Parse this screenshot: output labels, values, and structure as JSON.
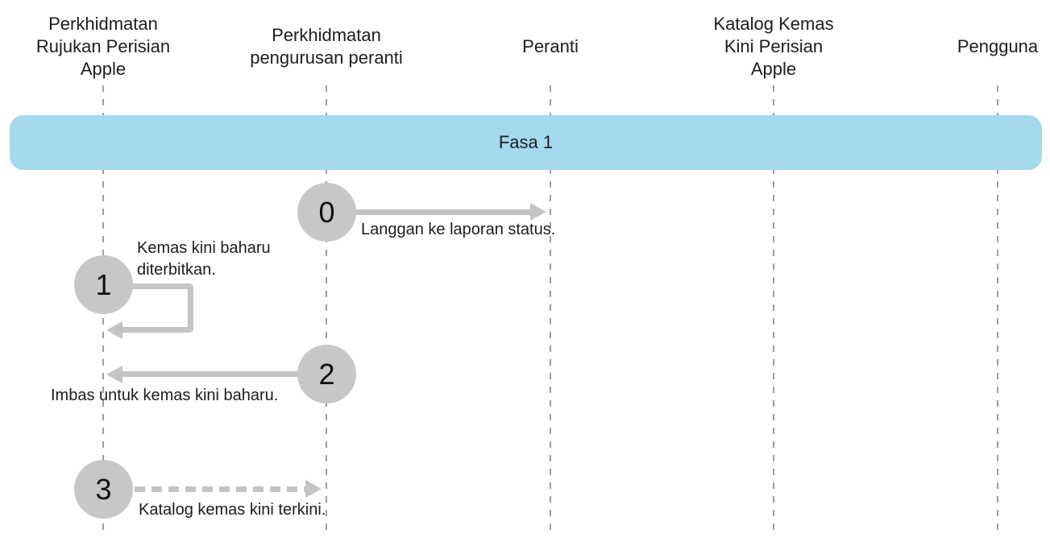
{
  "diagram": {
    "lanes": [
      {
        "label": "Perkhidmatan Rujukan Perisian Apple",
        "lines": [
          "Perkhidmatan",
          "Rujukan Perisian",
          "Apple"
        ]
      },
      {
        "label": "Perkhidmatan pengurusan peranti",
        "lines": [
          "Perkhidmatan",
          "pengurusan peranti"
        ]
      },
      {
        "label": "Peranti",
        "lines": [
          "Peranti"
        ]
      },
      {
        "label": "Katalog Kemas Kini Perisian Apple",
        "lines": [
          "Katalog Kemas",
          "Kini Perisian",
          "Apple"
        ]
      },
      {
        "label": "Pengguna",
        "lines": [
          "Pengguna"
        ]
      }
    ],
    "phase": {
      "label": "Fasa 1"
    },
    "steps": [
      {
        "number": "0",
        "label": "Langgan ke laporan status.",
        "arrow": "solid",
        "direction": "right"
      },
      {
        "number": "1",
        "label": "Kemas kini baharu diterbitkan.",
        "arrow": "solid",
        "direction": "self-loop"
      },
      {
        "number": "2",
        "label": "Imbas untuk kemas kini baharu.",
        "arrow": "solid",
        "direction": "left"
      },
      {
        "number": "3",
        "label": "Katalog kemas kini terkini.",
        "arrow": "dashed",
        "direction": "right"
      }
    ],
    "colors": {
      "phase_banner_bg": "#a4d9ee",
      "step_circle_bg": "#c7c7c7",
      "arrow": "#c4c4c4",
      "lifeline": "#9f9f9f",
      "text": "#1d1d1f"
    }
  }
}
